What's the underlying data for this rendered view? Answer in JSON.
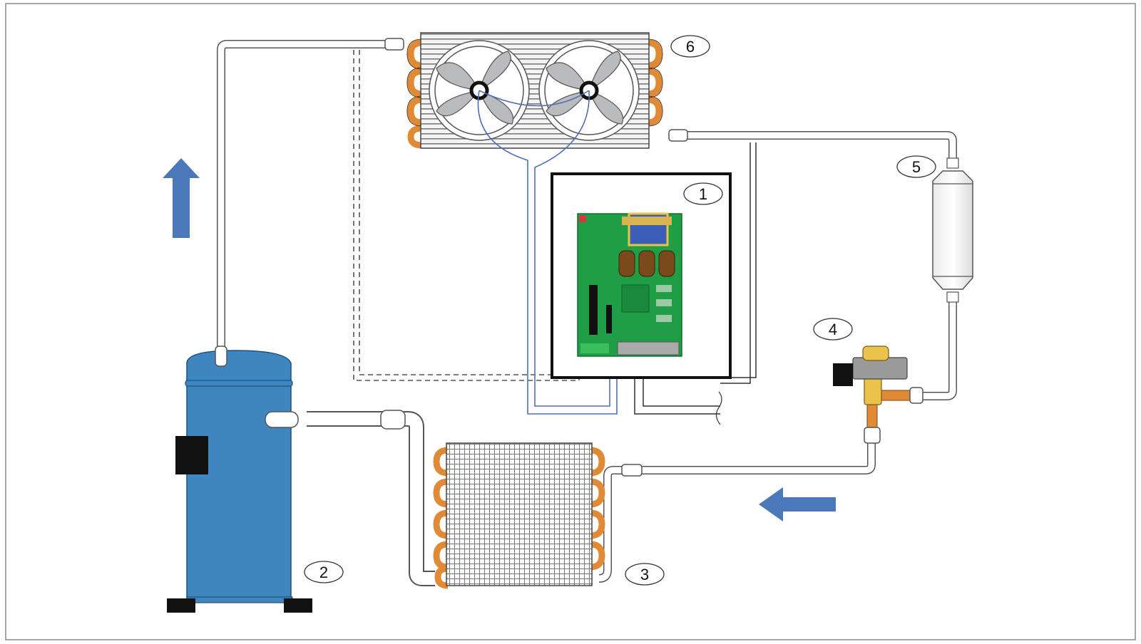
{
  "diagram": {
    "components": [
      {
        "id": "controller-board",
        "label": "1"
      },
      {
        "id": "compressor",
        "label": "2"
      },
      {
        "id": "evaporator",
        "label": "3"
      },
      {
        "id": "expansion-valve",
        "label": "4"
      },
      {
        "id": "filter-drier",
        "label": "5"
      },
      {
        "id": "condenser",
        "label": "6"
      }
    ],
    "colors": {
      "compressor_blue": "#3d86c0",
      "flow_arrow_blue": "#4a78b8",
      "copper": "#e08a35",
      "valve_brass": "#e9c34c",
      "pcb_green": "#1f9e46",
      "fan_grey": "#b9bbbf",
      "control_wire_blue": "#4f6fb8",
      "power_wire_dark": "#333333"
    },
    "icons": [
      "up-arrow-icon",
      "left-arrow-icon",
      "fan-icon"
    ]
  }
}
